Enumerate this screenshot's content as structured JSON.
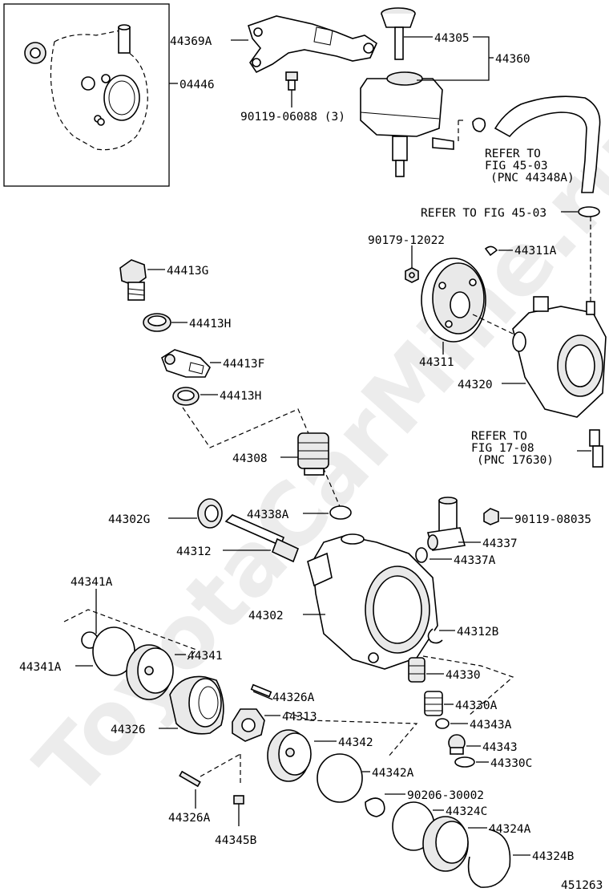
{
  "watermark": "ToyotaCarMine.ru",
  "figure_number": "451263",
  "labels": {
    "p04446": "04446",
    "p44369A": "44369A",
    "p44305": "44305",
    "p44360": "44360",
    "p90119_06088": "90119-06088 (3)",
    "refer_45_03_a1": "REFER TO",
    "refer_45_03_a2": "FIG 45-03",
    "refer_45_03_a3": "(PNC 44348A)",
    "refer_45_03_b": "REFER TO FIG 45-03",
    "p90179_12022": "90179-12022",
    "p44311A": "44311A",
    "p44413G": "44413G",
    "p44413H_a": "44413H",
    "p44413F": "44413F",
    "p44413H_b": "44413H",
    "p44311": "44311",
    "p44320": "44320",
    "refer_17_08_1": "REFER TO",
    "refer_17_08_2": "FIG 17-08",
    "refer_17_08_3": "(PNC 17630)",
    "p44308": "44308",
    "p44338A": "44338A",
    "p44302G": "44302G",
    "p90119_08035": "90119-08035",
    "p44337": "44337",
    "p44312": "44312",
    "p44337A": "44337A",
    "p44341A_top": "44341A",
    "p44302": "44302",
    "p44312B": "44312B",
    "p44341A": "44341A",
    "p44341": "44341",
    "p44330": "44330",
    "p44326A_top": "44326A",
    "p44330A": "44330A",
    "p44313": "44313",
    "p44326": "44326",
    "p44343A": "44343A",
    "p44342": "44342",
    "p44343": "44343",
    "p44330C": "44330C",
    "p44342A": "44342A",
    "p90206_30002": "90206-30002",
    "p44324C": "44324C",
    "p44326A_bot": "44326A",
    "p44324A": "44324A",
    "p44345B": "44345B",
    "p44324B": "44324B"
  }
}
